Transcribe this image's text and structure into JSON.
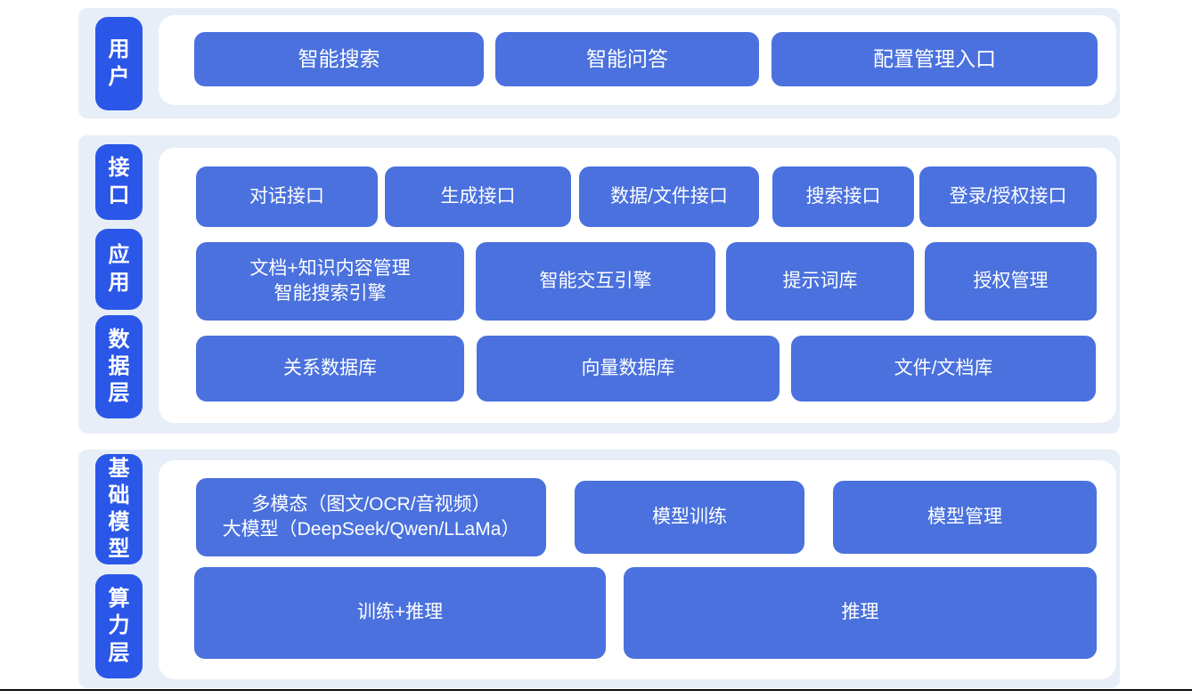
{
  "page": {
    "background": "#ffffff",
    "band_color": "#e7eef8",
    "card_color": "#ffffff",
    "label_block_color": "#2b57e8",
    "block_color": "#4a71dd",
    "block_text_color": "#ffffff",
    "divider_color": "#0d0d0d"
  },
  "sections": [
    {
      "name": "user-layer",
      "labels": [
        {
          "text": "用户"
        }
      ],
      "rows": [
        {
          "buttons": [
            {
              "label": "智能搜索"
            },
            {
              "label": "智能问答"
            },
            {
              "label": "配置管理入口"
            }
          ]
        }
      ]
    },
    {
      "name": "interface-application-data-layer",
      "labels": [
        {
          "text": "接口"
        },
        {
          "text": "应用"
        },
        {
          "text": "数据层"
        }
      ],
      "rows": [
        {
          "buttons": [
            {
              "label": "对话接口"
            },
            {
              "label": "生成接口"
            },
            {
              "label": "数据/文件接口"
            },
            {
              "label": "搜索接口"
            },
            {
              "label": "登录/授权接口"
            }
          ]
        },
        {
          "buttons": [
            {
              "label": "文档+知识内容管理",
              "label2": "智能搜索引擎"
            },
            {
              "label": "智能交互引擎"
            },
            {
              "label": "提示词库"
            },
            {
              "label": "授权管理"
            }
          ]
        },
        {
          "buttons": [
            {
              "label": "关系数据库"
            },
            {
              "label": "向量数据库"
            },
            {
              "label": "文件/文档库"
            }
          ]
        }
      ]
    },
    {
      "name": "foundation-compute-layer",
      "labels": [
        {
          "text": "基础模型"
        },
        {
          "text": "算力层"
        }
      ],
      "rows": [
        {
          "buttons": [
            {
              "label": "多模态（图文/OCR/音视频）",
              "label2": "大模型（DeepSeek/Qwen/LLaMa）"
            },
            {
              "label": "模型训练"
            },
            {
              "label": "模型管理"
            }
          ]
        },
        {
          "buttons": [
            {
              "label": "训练+推理"
            },
            {
              "label": "推理"
            }
          ]
        }
      ]
    }
  ]
}
